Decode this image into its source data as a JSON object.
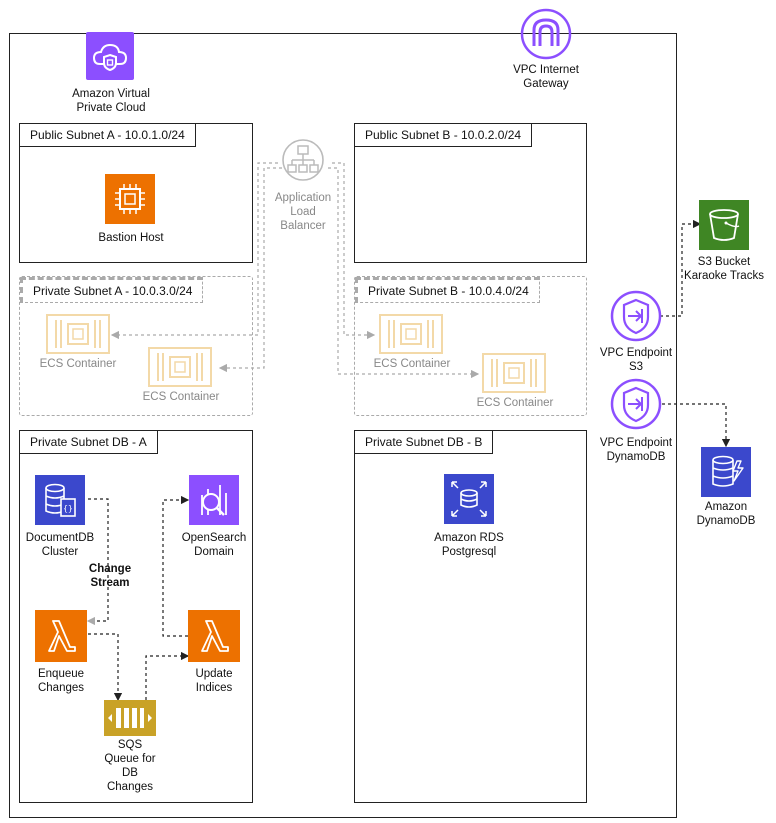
{
  "vpc": {
    "label_line1": "Amazon Virtual",
    "label_line2": "Private Cloud",
    "igw_line1": "VPC Internet",
    "igw_line2": "Gateway"
  },
  "subnets": {
    "public_a": "Public Subnet A - 10.0.1.0/24",
    "public_b": "Public Subnet B - 10.0.2.0/24",
    "private_a": "Private Subnet A - 10.0.3.0/24",
    "private_b": "Private Subnet B - 10.0.4.0/24",
    "db_a": "Private Subnet DB - A",
    "db_b": "Private Subnet DB - B"
  },
  "nodes": {
    "bastion": "Bastion Host",
    "alb_line1": "Application",
    "alb_line2": "Load",
    "alb_line3": "Balancer",
    "ecs": "ECS Container",
    "docdb_line1": "DocumentDB",
    "docdb_line2": "Cluster",
    "change_line1": "Change",
    "change_line2": "Stream",
    "opensearch_line1": "OpenSearch",
    "opensearch_line2": "Domain",
    "enqueue_line1": "Enqueue",
    "enqueue_line2": "Changes",
    "update_line1": "Update",
    "update_line2": "Indices",
    "sqs_line1": "SQS",
    "sqs_line2": "Queue for",
    "sqs_line3": "DB",
    "sqs_line4": "Changes",
    "rds_line1": "Amazon RDS",
    "rds_line2": "Postgresql",
    "s3_line1": "S3 Bucket",
    "s3_line2": "Karaoke Tracks",
    "vpce_s3_line1": "VPC Endpoint",
    "vpce_s3_line2": "S3",
    "vpce_ddb_line1": "VPC Endpoint",
    "vpce_ddb_line2": "DynamoDB",
    "ddb_line1": "Amazon",
    "ddb_line2": "DynamoDB"
  },
  "colors": {
    "vpc_purple": "#8C4FFF",
    "compute_orange": "#ED7100",
    "database_blue": "#3B48CC",
    "analytics_purple": "#8C4FFF",
    "storage_green": "#3F8624",
    "integration_gold": "#C9A227"
  }
}
